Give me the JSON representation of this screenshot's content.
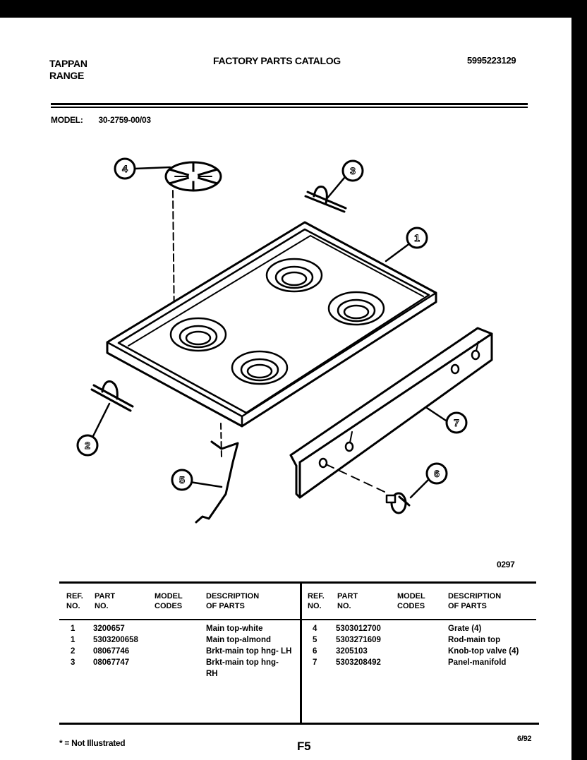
{
  "header": {
    "brand_line1": "TAPPAN",
    "brand_line2": "RANGE",
    "title": "FACTORY PARTS CATALOG",
    "catalog_number": "5995223129",
    "model_label": "MODEL:",
    "model_value": "30-2759-00/03"
  },
  "diagram": {
    "figure_code": "0297",
    "callouts": [
      {
        "ref": "1",
        "part": "main-top"
      },
      {
        "ref": "2",
        "part": "bracket-main-top-hinge-lh"
      },
      {
        "ref": "3",
        "part": "bracket-main-top-hinge-rh"
      },
      {
        "ref": "4",
        "part": "grate"
      },
      {
        "ref": "5",
        "part": "rod-main-top"
      },
      {
        "ref": "6",
        "part": "knob-top-valve"
      },
      {
        "ref": "7",
        "part": "panel-manifold"
      }
    ]
  },
  "parts_table": {
    "headers": {
      "ref_no": [
        "REF.",
        "NO."
      ],
      "part_no": [
        "PART",
        "NO."
      ],
      "model_codes": [
        "MODEL",
        "CODES"
      ],
      "description": [
        "DESCRIPTION",
        "OF PARTS"
      ]
    },
    "left_rows": [
      {
        "ref": "1",
        "part": "3200657",
        "model": "",
        "description": "Main top-white"
      },
      {
        "ref": "1",
        "part": "5303200658",
        "model": "",
        "description": "Main top-almond"
      },
      {
        "ref": "2",
        "part": "08067746",
        "model": "",
        "description": "Brkt-main top hng- LH"
      },
      {
        "ref": "3",
        "part": "08067747",
        "model": "",
        "description": "Brkt-main top hng-"
      },
      {
        "ref": "",
        "part": "",
        "model": "",
        "description": "RH"
      }
    ],
    "right_rows": [
      {
        "ref": "4",
        "part": "5303012700",
        "model": "",
        "description": "Grate (4)"
      },
      {
        "ref": "5",
        "part": "5303271609",
        "model": "",
        "description": "Rod-main top"
      },
      {
        "ref": "6",
        "part": "3205103",
        "model": "",
        "description": "Knob-top valve (4)"
      },
      {
        "ref": "7",
        "part": "5303208492",
        "model": "",
        "description": "Panel-manifold"
      }
    ]
  },
  "footer": {
    "note": "* = Not Illustrated",
    "page": "F5",
    "date": "6/92"
  }
}
